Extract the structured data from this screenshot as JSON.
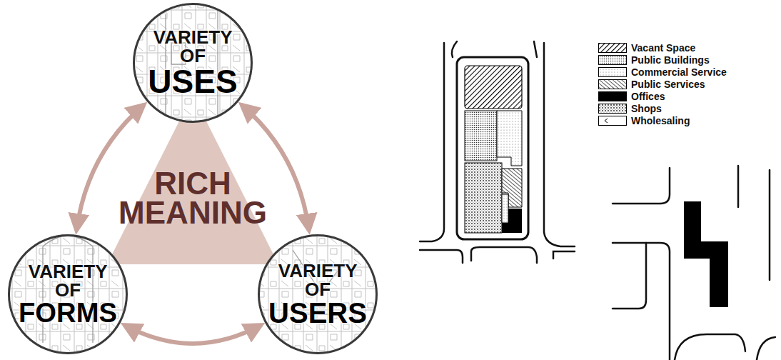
{
  "diagram": {
    "nodes": [
      {
        "text": [
          "VARIETY OF",
          "USES"
        ]
      },
      {
        "text": [
          "RICH MEANING"
        ]
      },
      {
        "text": [
          "VARIETY OF",
          "FORMS"
        ]
      },
      {
        "text": [
          "VARIETY OF",
          "USERS"
        ]
      }
    ],
    "edges": [
      {
        "from": 0,
        "to": 2,
        "arrow": "both"
      },
      {
        "from": 0,
        "to": 3,
        "arrow": "both"
      },
      {
        "from": 2,
        "to": 3,
        "arrow": "both"
      }
    ],
    "legend": [
      {
        "text": "Vacant Space"
      },
      {
        "text": "Public Buildings"
      },
      {
        "text": "Commercial Service"
      },
      {
        "text": "Public Services"
      },
      {
        "text": "Offices",
        "color": "#000000"
      },
      {
        "text": "Shops"
      },
      {
        "text": "Wholesaling"
      }
    ]
  }
}
